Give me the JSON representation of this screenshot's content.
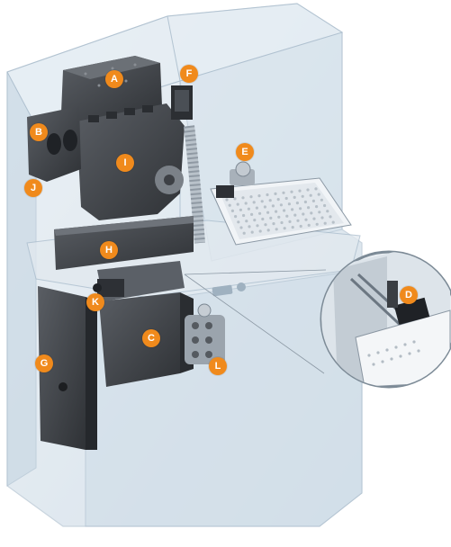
{
  "diagram": {
    "callouts": [
      {
        "id": "A",
        "label": "A"
      },
      {
        "id": "B",
        "label": "B"
      },
      {
        "id": "C",
        "label": "C"
      },
      {
        "id": "D",
        "label": "D"
      },
      {
        "id": "E",
        "label": "E"
      },
      {
        "id": "F",
        "label": "F"
      },
      {
        "id": "G",
        "label": "G"
      },
      {
        "id": "H",
        "label": "H"
      },
      {
        "id": "I",
        "label": "I"
      },
      {
        "id": "J",
        "label": "J"
      },
      {
        "id": "K",
        "label": "K"
      },
      {
        "id": "L",
        "label": "L"
      }
    ],
    "colors": {
      "callout": "#f08a1c",
      "enclosure": "#c9d7e4",
      "components": "#4a4d52",
      "deck": "#dfe7ee"
    }
  }
}
